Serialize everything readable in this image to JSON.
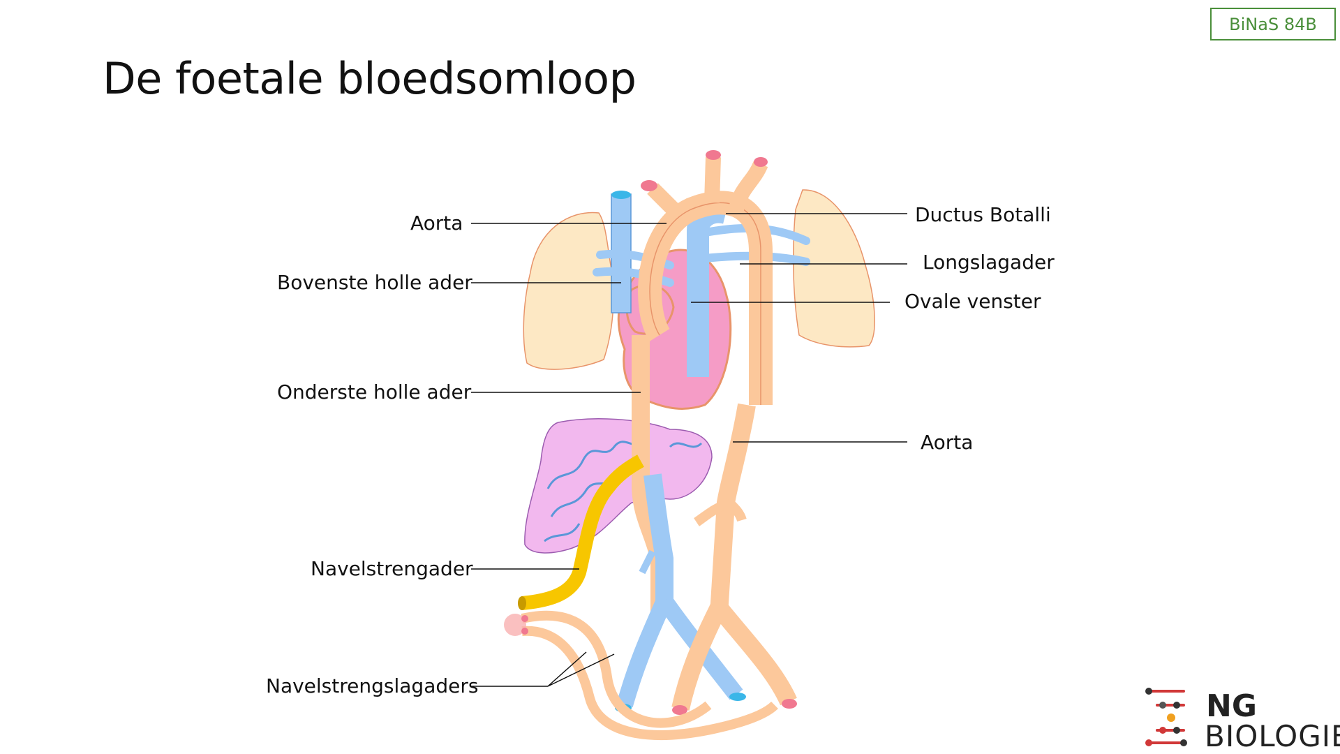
{
  "badge": "BiNaS 84B",
  "title": "De foetale bloedsomloop",
  "labels": {
    "aorta_top": "Aorta",
    "bovenste_holle_ader": "Bovenste holle ader",
    "onderste_holle_ader": "Onderste holle ader",
    "navelstrengader": "Navelstrengader",
    "navelstrengslagaders": "Navelstrengslagaders",
    "ductus_botalli": "Ductus Botalli",
    "longslagader": "Longslagader",
    "ovale_venster": "Ovale venster",
    "aorta_bottom": "Aorta"
  },
  "logo": {
    "line1": "NG",
    "line2": "BIOLOGIE"
  },
  "colors": {
    "artery": "#fcc89b",
    "artery_stroke": "#e8946a",
    "vein": "#9ec9f5",
    "vein_stroke": "#5a97d8",
    "umbilical_vein": "#f7c600",
    "heart": "#f59cc6",
    "lung": "#fde8c4",
    "liver": "#f2b8ee",
    "leader_line": "#111111"
  }
}
